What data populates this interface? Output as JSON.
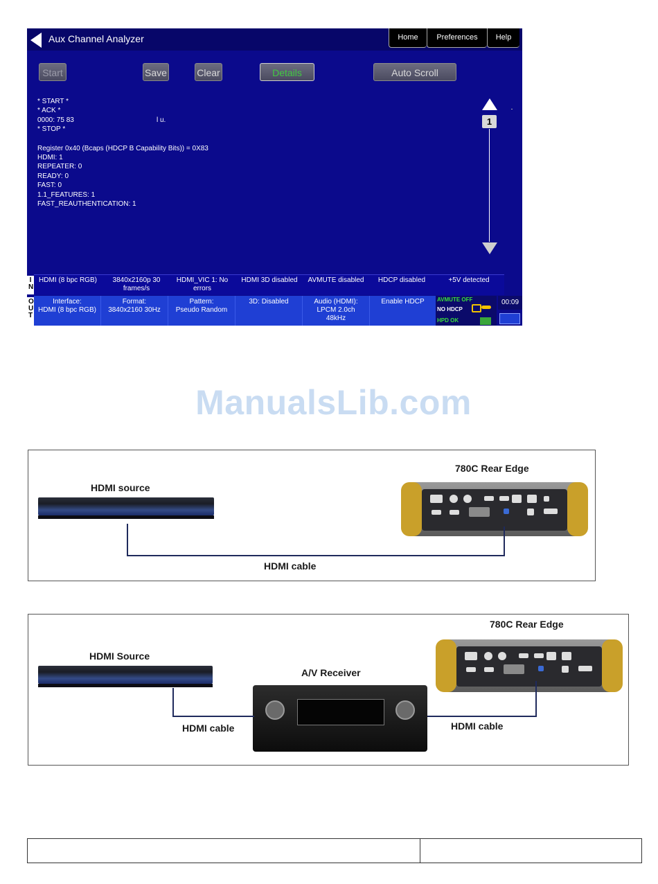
{
  "screen": {
    "title": "Aux Channel Analyzer",
    "nav": [
      "Home",
      "Preferences",
      "Help"
    ],
    "buttons": {
      "start": "Start",
      "save": "Save",
      "clear": "Clear",
      "details": "Details",
      "auto_scroll": "Auto Scroll"
    },
    "log": {
      "start": "* START *",
      "ack": "* ACK *",
      "data_addr": "0000: 75 83",
      "data_ascii": "l u.",
      "stop": "* STOP *",
      "register": "Register 0x40 (Bcaps (HDCP B Capability Bits)) = 0X83",
      "lines": [
        "HDMI: 1",
        "REPEATER: 0",
        "READY: 0",
        "FAST: 0",
        "1.1_FEATURES: 1",
        "FAST_REAUTHENTICATION: 1"
      ]
    },
    "page_number": "1",
    "side_in": "IN",
    "side_out": "OUT",
    "in_status": [
      "HDMI (8 bpc RGB)",
      "3840x2160p 30 frames/s",
      "HDMI_VIC 1: No errors",
      "HDMI 3D disabled",
      "AVMUTE disabled",
      "HDCP disabled",
      "+5V detected"
    ],
    "out_status": [
      {
        "label": "Interface:",
        "value": "HDMI (8 bpc RGB)"
      },
      {
        "label": "Format:",
        "value": "3840x2160 30Hz"
      },
      {
        "label": "Pattern:",
        "value": "Pseudo Random"
      },
      {
        "label": "3D: Disabled",
        "value": ""
      },
      {
        "label": "Audio (HDMI):",
        "value": "LPCM 2.0ch 48kHz"
      },
      {
        "label": "Enable HDCP",
        "value": ""
      }
    ],
    "indicators": {
      "avmute": "AVMUTE OFF",
      "hdcp": "NO HDCP",
      "hpd": "HPD OK"
    },
    "clock": "00:09",
    "colors": {
      "background": "#0b0a8c",
      "active_button_text": "#42c842",
      "indicator_green": "#3adf3a",
      "indicator_yellow": "#f2c200"
    }
  },
  "watermark": "ManualsLib.com",
  "diagram1": {
    "source_label": "HDMI source",
    "device_label": "780C Rear Edge",
    "cable_label": "HDMI cable"
  },
  "diagram2": {
    "source_label": "HDMI Source",
    "receiver_label": "A/V Receiver",
    "device_label": "780C Rear Edge",
    "cable_left_label": "HDMI cable",
    "cable_right_label": "HDMI cable"
  }
}
